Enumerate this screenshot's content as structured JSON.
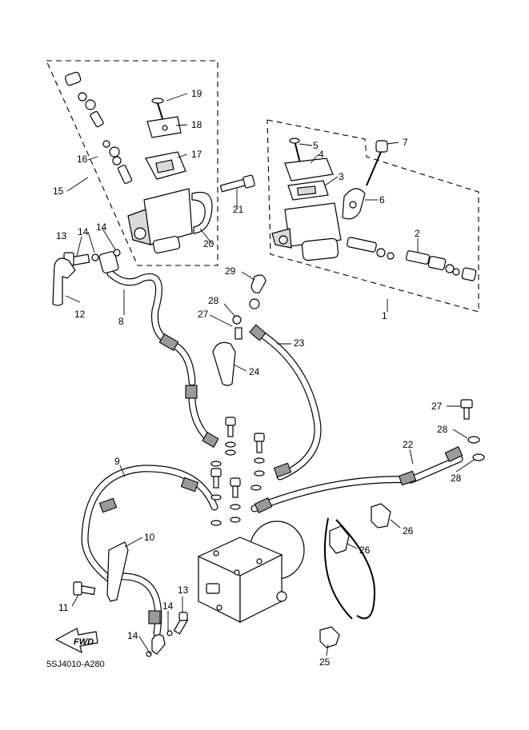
{
  "diagram": {
    "code": "5SJ4010-A280",
    "fwd_label": "FWD",
    "callouts": {
      "c1": "1",
      "c2": "2",
      "c3": "3",
      "c4": "4",
      "c5": "5",
      "c6": "6",
      "c7": "7",
      "c8": "8",
      "c9": "9",
      "c10": "10",
      "c11": "11",
      "c12": "12",
      "c13a": "13",
      "c13b": "13",
      "c14a": "14",
      "c14b": "14",
      "c14c": "14",
      "c14d": "14",
      "c15": "15",
      "c16": "16",
      "c17": "17",
      "c18": "18",
      "c19": "19",
      "c20": "20",
      "c21": "21",
      "c22": "22",
      "c23": "23",
      "c24": "24",
      "c25": "25",
      "c26a": "26",
      "c26b": "26",
      "c27a": "27",
      "c27b": "27",
      "c28a": "28",
      "c28b": "28",
      "c28c": "28",
      "c29": "29"
    }
  }
}
